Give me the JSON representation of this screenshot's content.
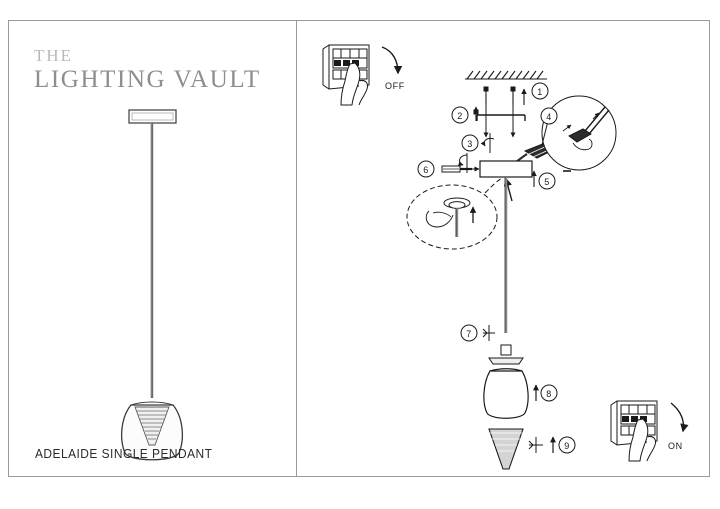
{
  "sheet": {
    "product_title": "ADELAIDE SINGLE PENDANT",
    "brand": {
      "line1": "THE",
      "line2": "LIGHTING VAULT"
    }
  },
  "breaker": {
    "off_label": "OFF",
    "on_label": "ON"
  },
  "callouts": [
    {
      "id": "1",
      "glyph": "①",
      "label": "1"
    },
    {
      "id": "2",
      "glyph": "②",
      "label": "2"
    },
    {
      "id": "3",
      "glyph": "③",
      "label": "3"
    },
    {
      "id": "4",
      "glyph": "④",
      "label": "4"
    },
    {
      "id": "5",
      "glyph": "⑤",
      "label": "5"
    },
    {
      "id": "6",
      "glyph": "⑥",
      "label": "6"
    },
    {
      "id": "7",
      "glyph": "⑦",
      "label": "7"
    },
    {
      "id": "8",
      "glyph": "⑧",
      "label": "8"
    },
    {
      "id": "9",
      "glyph": "⑨",
      "label": "9"
    }
  ],
  "colors": {
    "frame": "#9a9a9a",
    "ink": "#1a1a1a",
    "brand_light": "#b9b9b9",
    "brand_dark": "#8e8e8e",
    "metal": "#808080",
    "shade_fill": "#fbfbfb"
  }
}
